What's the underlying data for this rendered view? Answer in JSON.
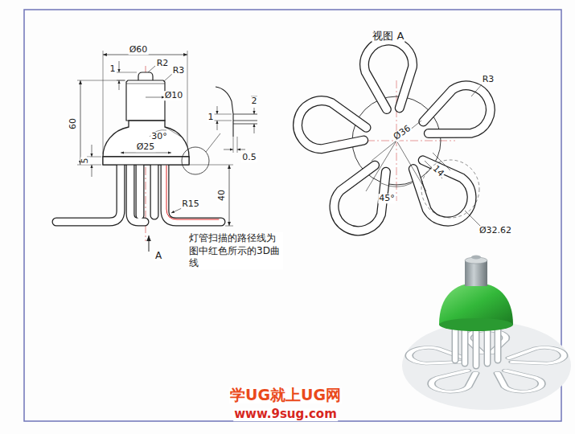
{
  "diagram": {
    "labels": [
      "Ø60",
      "R2",
      "R3",
      "1",
      "Ø10",
      "60",
      "Ø25",
      "30°",
      "5",
      "1",
      "2",
      "0.5",
      "40",
      "R15",
      "灯管扫描的路径线为 图中红色所示的3D曲线",
      "A",
      "视图 A",
      "R3",
      "Ø36",
      "14",
      "45°",
      "Ø32.62",
      "学UG就上UG网",
      "www.9sug.com"
    ]
  }
}
